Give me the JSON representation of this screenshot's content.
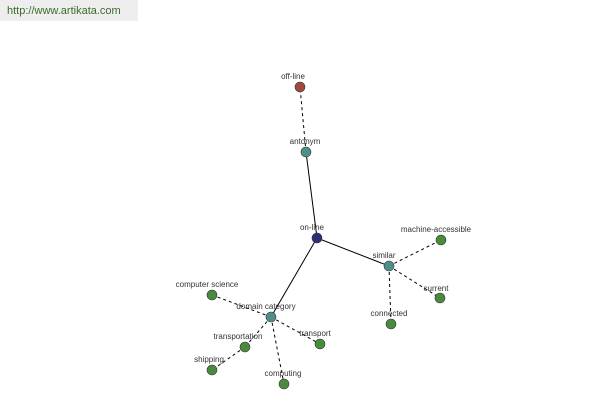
{
  "header": {
    "url": "http://www.artikata.com"
  },
  "colors": {
    "center": "#2b2f7a",
    "relation": "#4f8f8a",
    "leaf": "#4a8a3c",
    "antonym_leaf": "#9e4a40",
    "edge": "#000000",
    "background": "#ffffff"
  },
  "graph": {
    "nodes": {
      "online": {
        "label": "on-line"
      },
      "antonym": {
        "label": "antonym"
      },
      "offline": {
        "label": "off-line"
      },
      "similar": {
        "label": "similar"
      },
      "machine_accessible": {
        "label": "machine-accessible"
      },
      "current": {
        "label": "current"
      },
      "connected": {
        "label": "connected"
      },
      "domain_category": {
        "label": "domain category"
      },
      "computer_science": {
        "label": "computer science"
      },
      "transportation": {
        "label": "transportation"
      },
      "transport": {
        "label": "transport"
      },
      "shipping": {
        "label": "shipping"
      },
      "computing": {
        "label": "computing"
      }
    }
  }
}
